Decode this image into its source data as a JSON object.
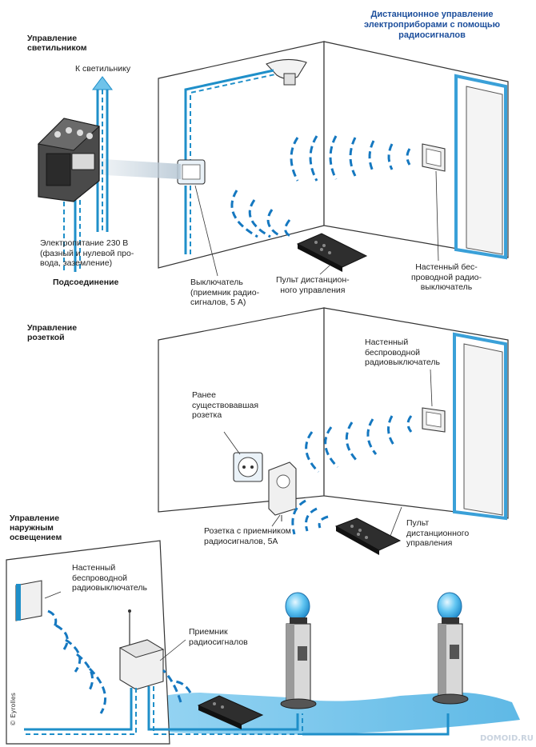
{
  "title": "Дистанционное управление\nэлектроприборами с помощью\nрадиосигналов",
  "sections": {
    "light": "Управление\nсветильником",
    "socket": "Управление\nрозеткой",
    "outdoor": "Управление\nнаружным\nосвещением"
  },
  "labels": {
    "to_lamp": "К светильнику",
    "power": "Электропитание 230 В\n(фазный и нулевой про-\nвода, заземление)",
    "connection": "Подсоединение",
    "switch_receiver": "Выключатель\n(приемник радио-\nсигналов, 5 А)",
    "remote_1": "Пульт дистанцион-\nного управления",
    "wall_switch_1": "Настенный бес-\nпроводной радио-\nвыключатель",
    "wall_switch_2": "Настенный\nбеспроводной\nрадиовыключатель",
    "existing_socket": "Ранее\nсуществовавшая\nрозетка",
    "socket_receiver": "Розетка с приемником\nрадиосигналов, 5А",
    "remote_2": "Пульт\nдистанционного\nуправления",
    "wall_switch_3": "Настенный\nбеспроводной\nрадиовыключатель",
    "receiver": "Приемник\nрадиосигналов"
  },
  "credit": "© Eyrolles",
  "watermark": "DOMOID.RU",
  "colors": {
    "wire_blue": "#1f8fc9",
    "wave_blue": "#1578c0",
    "ground_blue": "#6fc3ea",
    "title_blue": "#1d4f9c",
    "door_blue": "#3aa0d8"
  }
}
